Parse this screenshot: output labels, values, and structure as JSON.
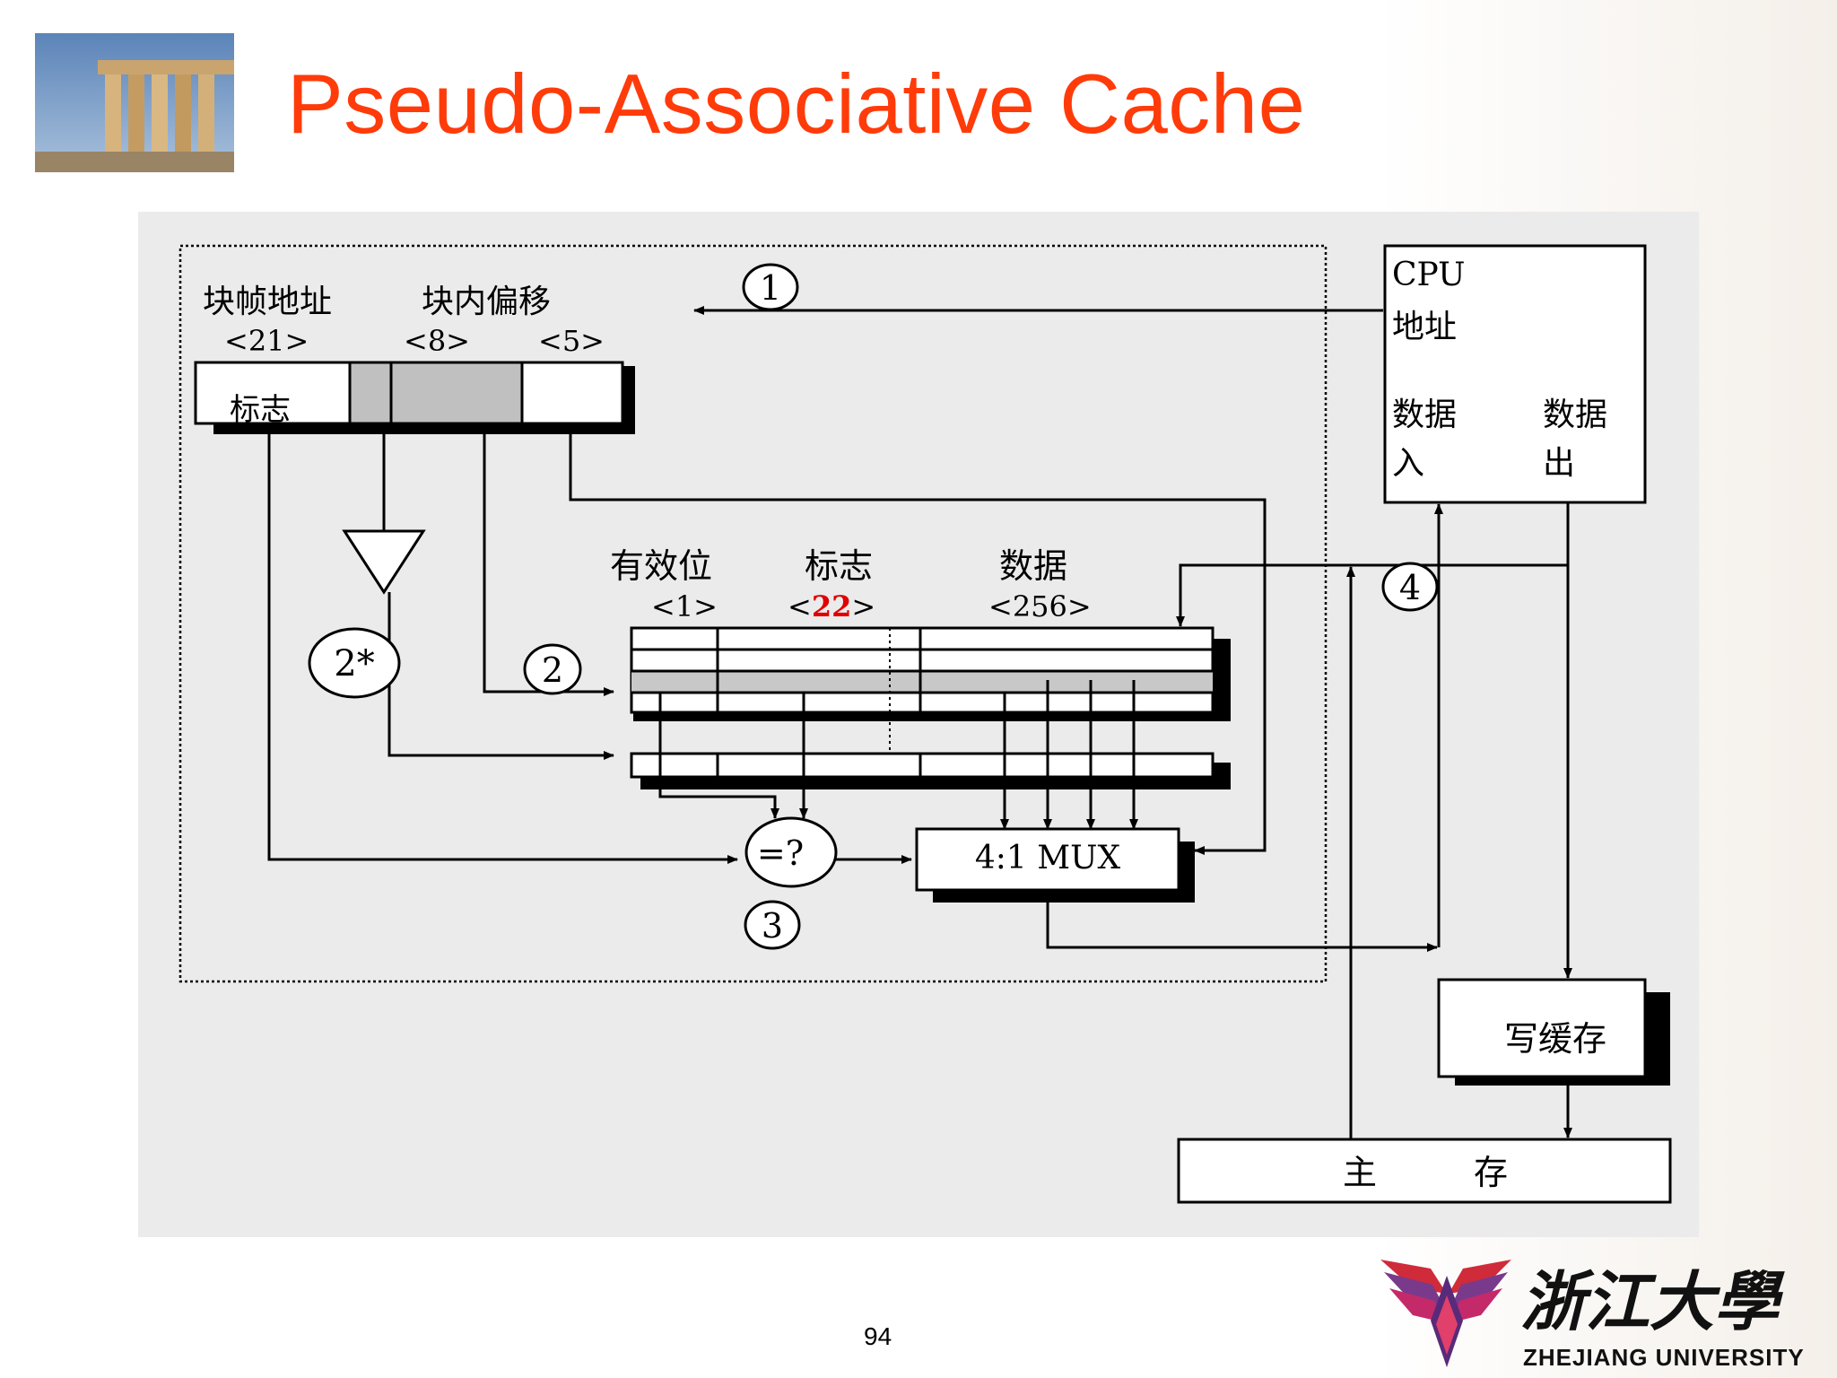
{
  "slide": {
    "title": "Pseudo-Associative Cache",
    "page_number": "94"
  },
  "address": {
    "block_frame_label": "块帧地址",
    "block_offset_label": "块内偏移",
    "tag_width": "<21>",
    "index_width": "<8>",
    "offset_width": "<5>",
    "tag_field": "标志"
  },
  "cache_columns": {
    "valid_label": "有效位",
    "valid_width": "<1>",
    "tag_label": "标志",
    "tag_width_prefix": "<",
    "tag_width_value": "22",
    "tag_width_suffix": ">",
    "data_label": "数据",
    "data_width": "<256>"
  },
  "cpu": {
    "label_line1": "CPU",
    "label_line2": "地址",
    "data_in_line1": "数据",
    "data_in_line2": "入",
    "data_out_line1": "数据",
    "data_out_line2": "出"
  },
  "steps": {
    "s1": "1",
    "s2": "2",
    "s2_star": "2*",
    "s3": "3",
    "s4": "4"
  },
  "blocks": {
    "comparator": "=?",
    "mux": "4:1 MUX",
    "write_buffer": "写缓存",
    "main_memory_1": "主",
    "main_memory_2": "存"
  },
  "logo": {
    "name_cn": "浙江大學",
    "name_en": "ZHEJIANG UNIVERSITY"
  },
  "colors": {
    "title": "#ff3b0a",
    "tag_highlight": "#e00000",
    "panel": "#ebebeb",
    "field_gray": "#c0c0c0"
  }
}
